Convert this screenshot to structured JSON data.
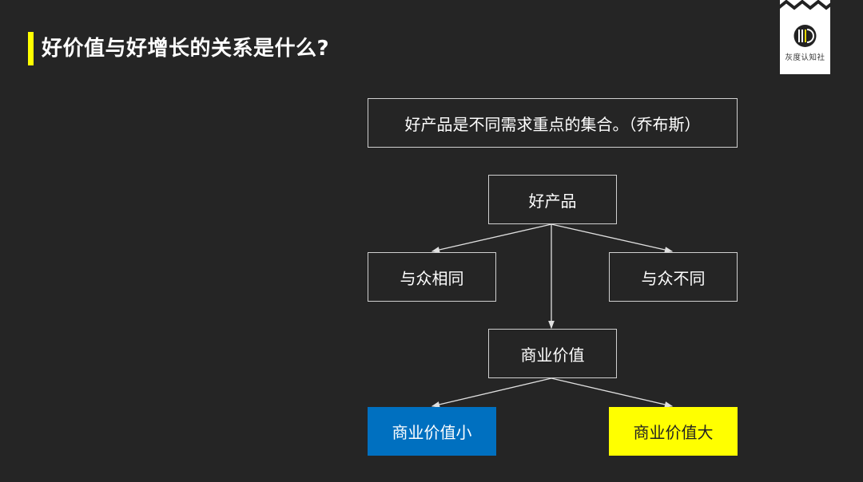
{
  "slide": {
    "title": "好价值与好增长的关系是什么?",
    "logo_text": "灰度认知社"
  },
  "diagram": {
    "quote": "好产品是不同需求重点的集合。（乔布斯）",
    "root": "好产品",
    "left": "与众相同",
    "right": "与众不同",
    "middle": "商业价值",
    "low_value": "商业价值小",
    "high_value": "商业价值大"
  },
  "colors": {
    "background": "#252525",
    "accent": "#ffff00",
    "low_value_fill": "#0070c0",
    "high_value_fill": "#ffff00"
  }
}
